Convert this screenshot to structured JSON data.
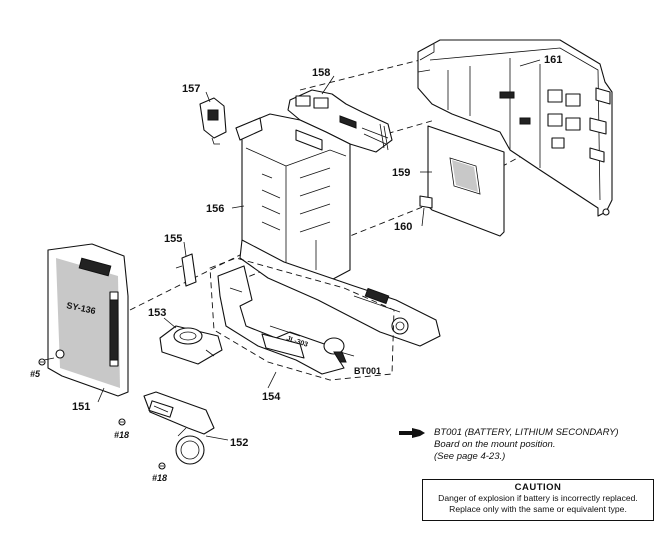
{
  "callouts": {
    "c151": "151",
    "c152": "152",
    "c153": "153",
    "c154": "154",
    "c155": "155",
    "c156": "156",
    "c157": "157",
    "c158": "158",
    "c159": "159",
    "c160": "160",
    "c161": "161"
  },
  "screws": {
    "s5": "#5",
    "s18a": "#18",
    "s18b": "#18"
  },
  "labels": {
    "board": "SY-136",
    "bt001": "BT001",
    "sub_board": "JL-303"
  },
  "note": {
    "line1": "BT001 (BATTERY, LITHIUM SECONDARY)",
    "line2": "Board on the mount position.",
    "line3": "(See page 4-23.)"
  },
  "caution": {
    "title": "CAUTION",
    "line1": "Danger of explosion if battery is incorrectly replaced.",
    "line2": "Replace only with the same or equivalent type."
  }
}
